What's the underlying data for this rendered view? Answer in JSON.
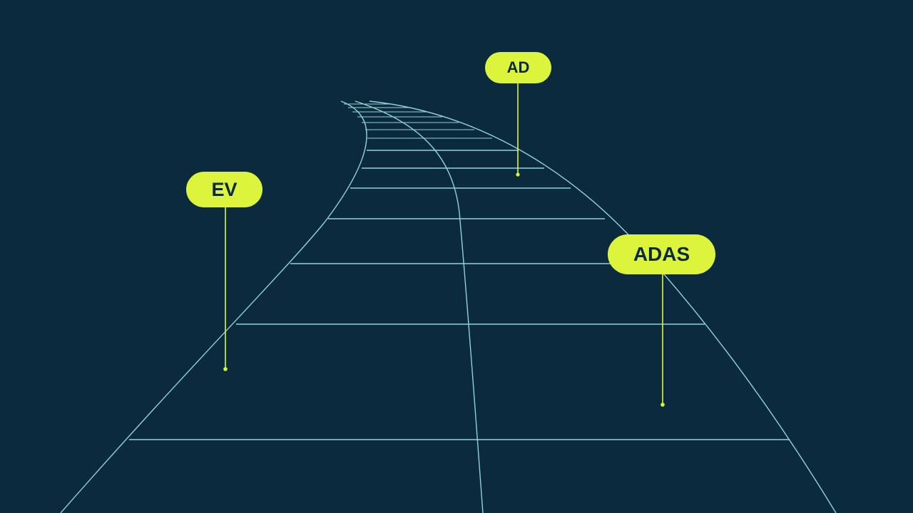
{
  "colors": {
    "background": "#0b2a3e",
    "grid_line": "#8fd3d6",
    "accent": "#dcf53c",
    "label_text": "#0b2a3e"
  },
  "labels": {
    "ad": "AD",
    "ev": "EV",
    "adas": "ADAS"
  }
}
